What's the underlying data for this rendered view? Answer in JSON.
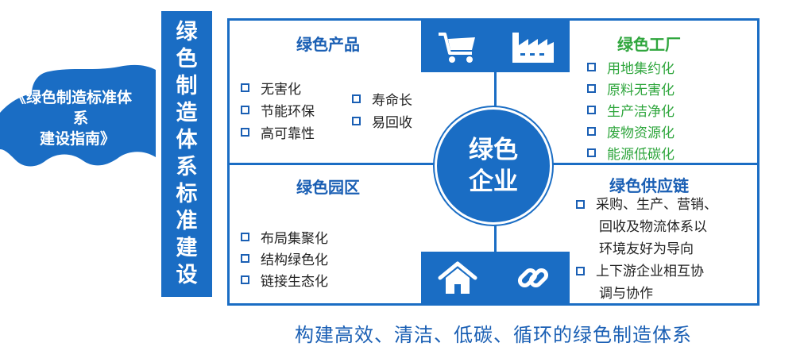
{
  "banner": {
    "line1": "《绿色制造标准体",
    "line2": "系",
    "line3": "建设指南》"
  },
  "vertical_title": "绿色制造体系标准建设",
  "center": {
    "line1": "绿色",
    "line2": "企业"
  },
  "quadrants": {
    "products": {
      "title": "绿色产品",
      "items_left": [
        "无害化",
        "节能环保",
        "高可靠性"
      ],
      "items_right": [
        "寿命长",
        "易回收"
      ],
      "icon": "shopping-cart-icon"
    },
    "factory": {
      "title": "绿色工厂",
      "items": [
        "用地集约化",
        "原料无害化",
        "生产洁净化",
        "废物资源化",
        "能源低碳化"
      ],
      "icon": "factory-icon"
    },
    "park": {
      "title": "绿色园区",
      "items": [
        "布局集聚化",
        "结构绿色化",
        "链接生态化"
      ],
      "icon": "home-icon"
    },
    "supply": {
      "title": "绿色供应链",
      "item1_lines": [
        "采购、生产、营销、",
        "回收及物流体系以",
        "环境友好为导向"
      ],
      "item2_lines": [
        "上下游企业相互协",
        "调与协作"
      ],
      "icon": "link-icon"
    }
  },
  "caption": "构建高效、清洁、低碳、循环的绿色制造体系",
  "colors": {
    "primary": "#1a6dc4",
    "green": "#2fa63d",
    "text": "#222222"
  }
}
